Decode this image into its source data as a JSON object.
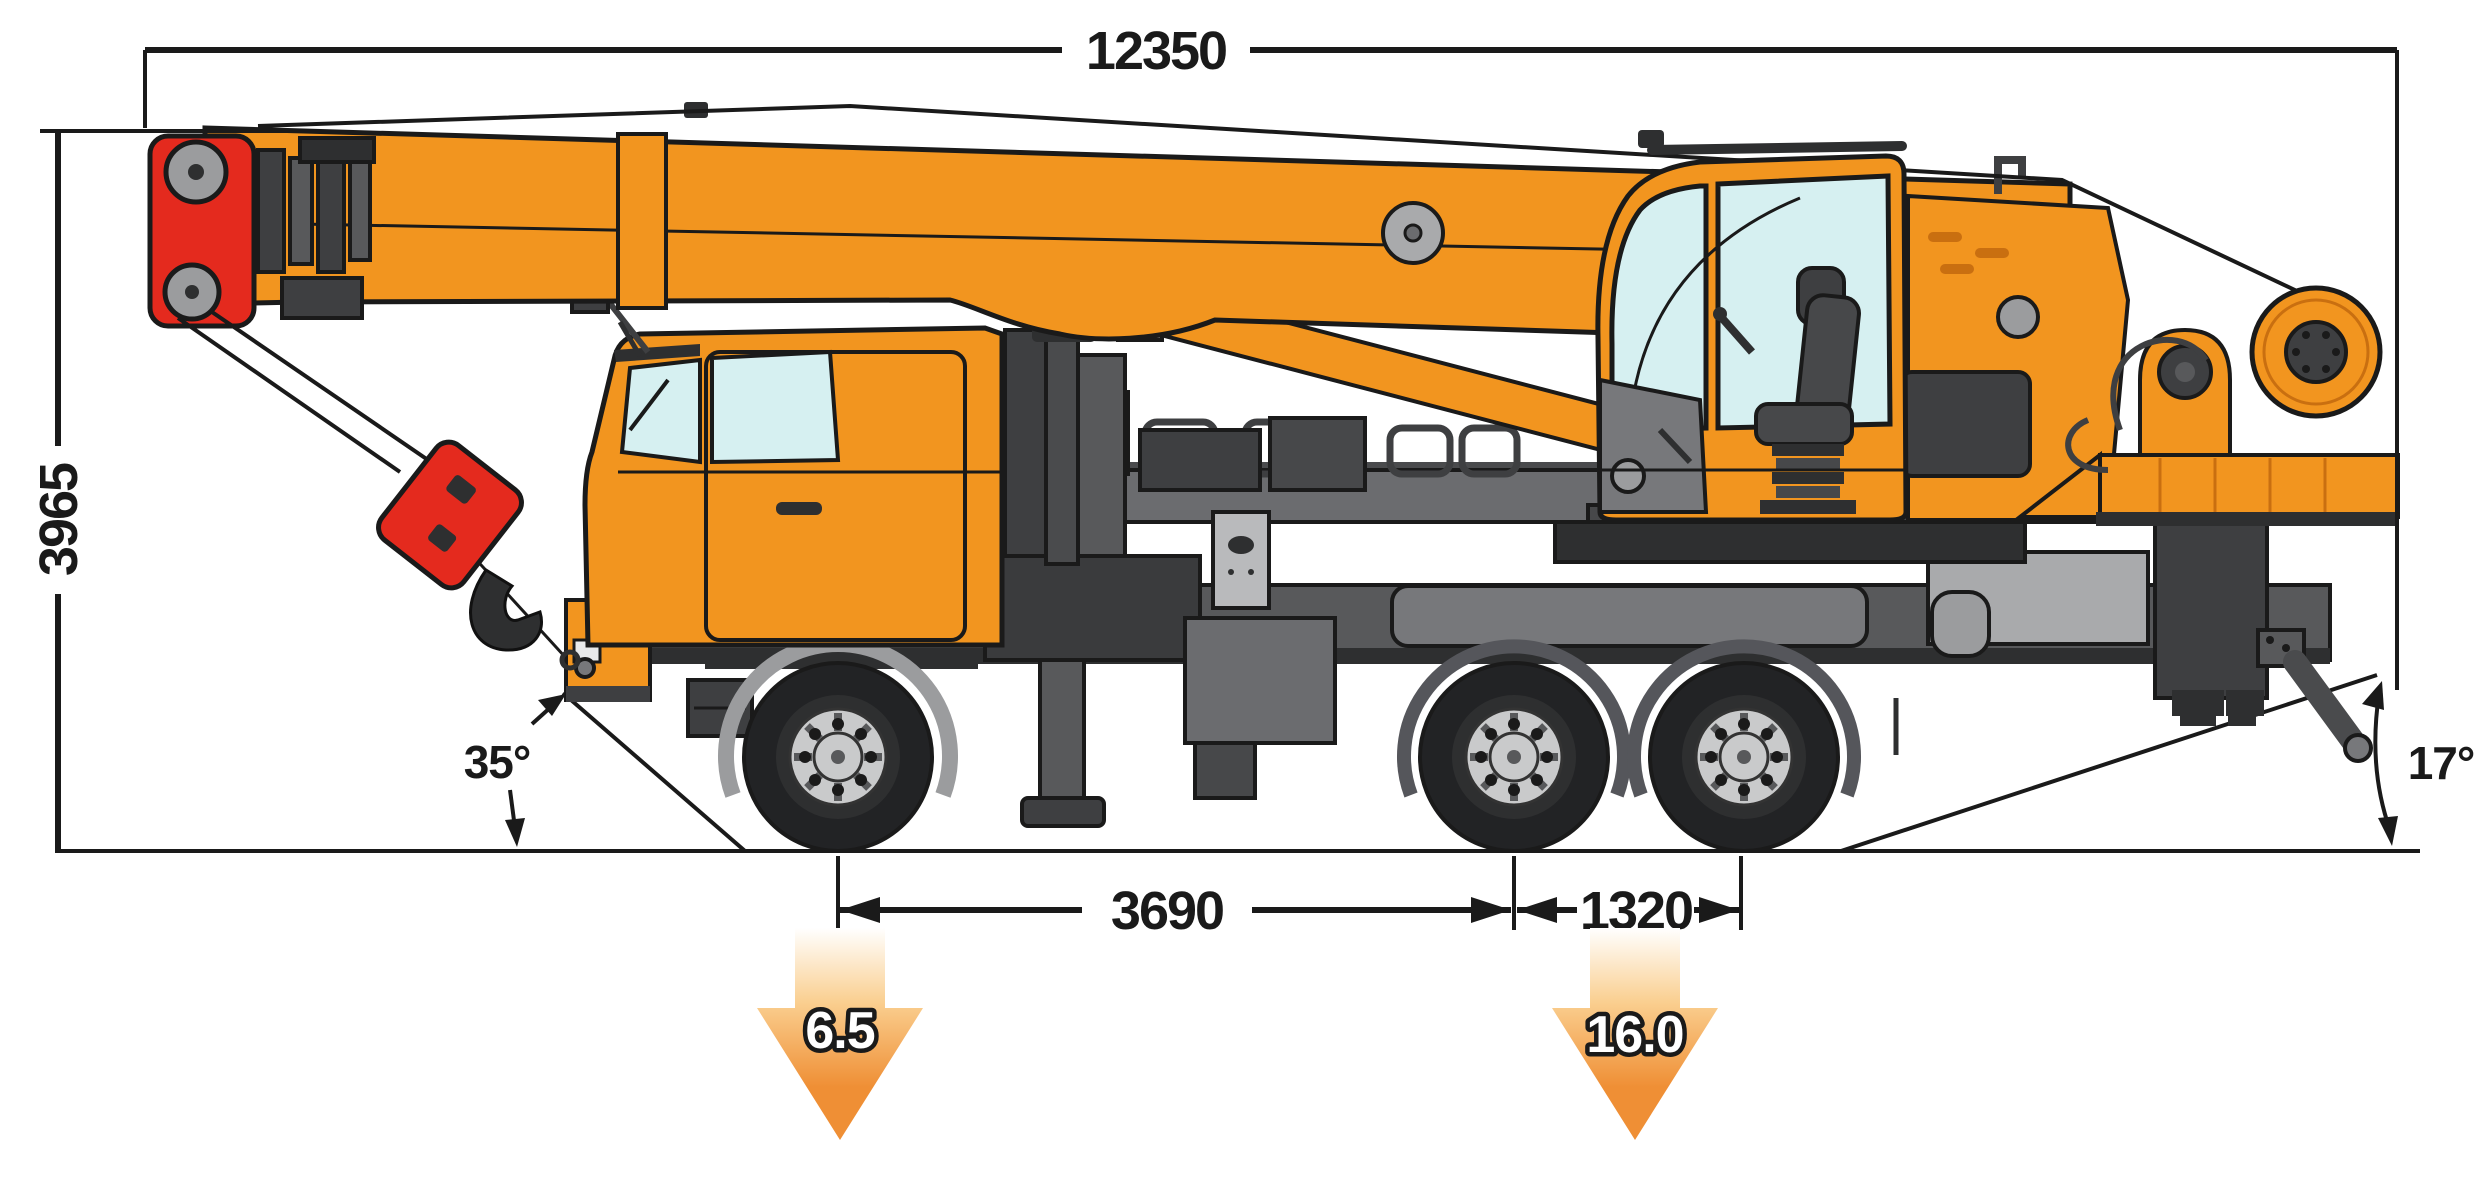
{
  "diagram": {
    "description": "Side elevation outline drawing of a telescopic truck crane with overall dimensions, approach/departure angles and axle loads",
    "dimensions": {
      "overall_length": "12350",
      "overall_height": "3965",
      "front_axle_to_bogie": "3690",
      "bogie_spread": "1320"
    },
    "angles": {
      "front_approach": "35°",
      "rear_departure": "17°"
    },
    "axle_loads": {
      "front": "6.5",
      "rear_bogie": "16.0"
    },
    "colors": {
      "ink": "#1A1A1A",
      "orange": "#F2951F",
      "orange_dark": "#C96F10",
      "red": "#E42A1E",
      "window": "#D6F0F1",
      "gray_dark": "#3E3F41",
      "gray_mid": "#58595B",
      "gray": "#77787B",
      "gray_light": "#C9CACB",
      "steel": "#9B9C9E",
      "tire": "#222325",
      "arrow_gradient_top": "#FFFFFF",
      "arrow_gradient_mid": "#FACF90",
      "arrow_gradient_bottom": "#EF8F35"
    }
  }
}
